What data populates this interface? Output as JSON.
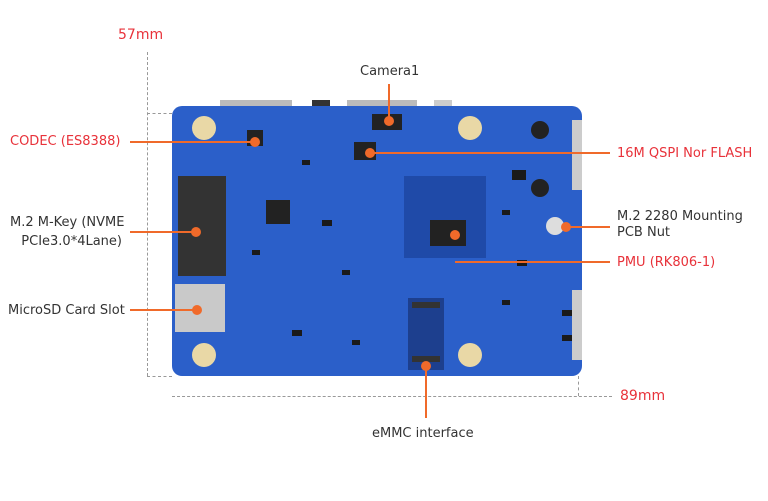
{
  "dimensions": {
    "height": "57mm",
    "width": "89mm"
  },
  "labels": {
    "camera": "Camera1",
    "codec": "CODEC (ES8388)",
    "flash": "16M QSPI Nor FLASH",
    "m2_line1": "M.2 M-Key (NVME",
    "m2_line2": "PCIe3.0*4Lane)",
    "mount_line1": "M.2 2280 Mounting",
    "mount_line2": "PCB Nut",
    "pmu": "PMU (RK806-1)",
    "microsd": "MicroSD Card Slot",
    "emmc": "eMMC interface"
  },
  "colors": {
    "board": "#2b5fc9",
    "leader": "#f06a2a",
    "highlight_text": "#e8323a"
  }
}
